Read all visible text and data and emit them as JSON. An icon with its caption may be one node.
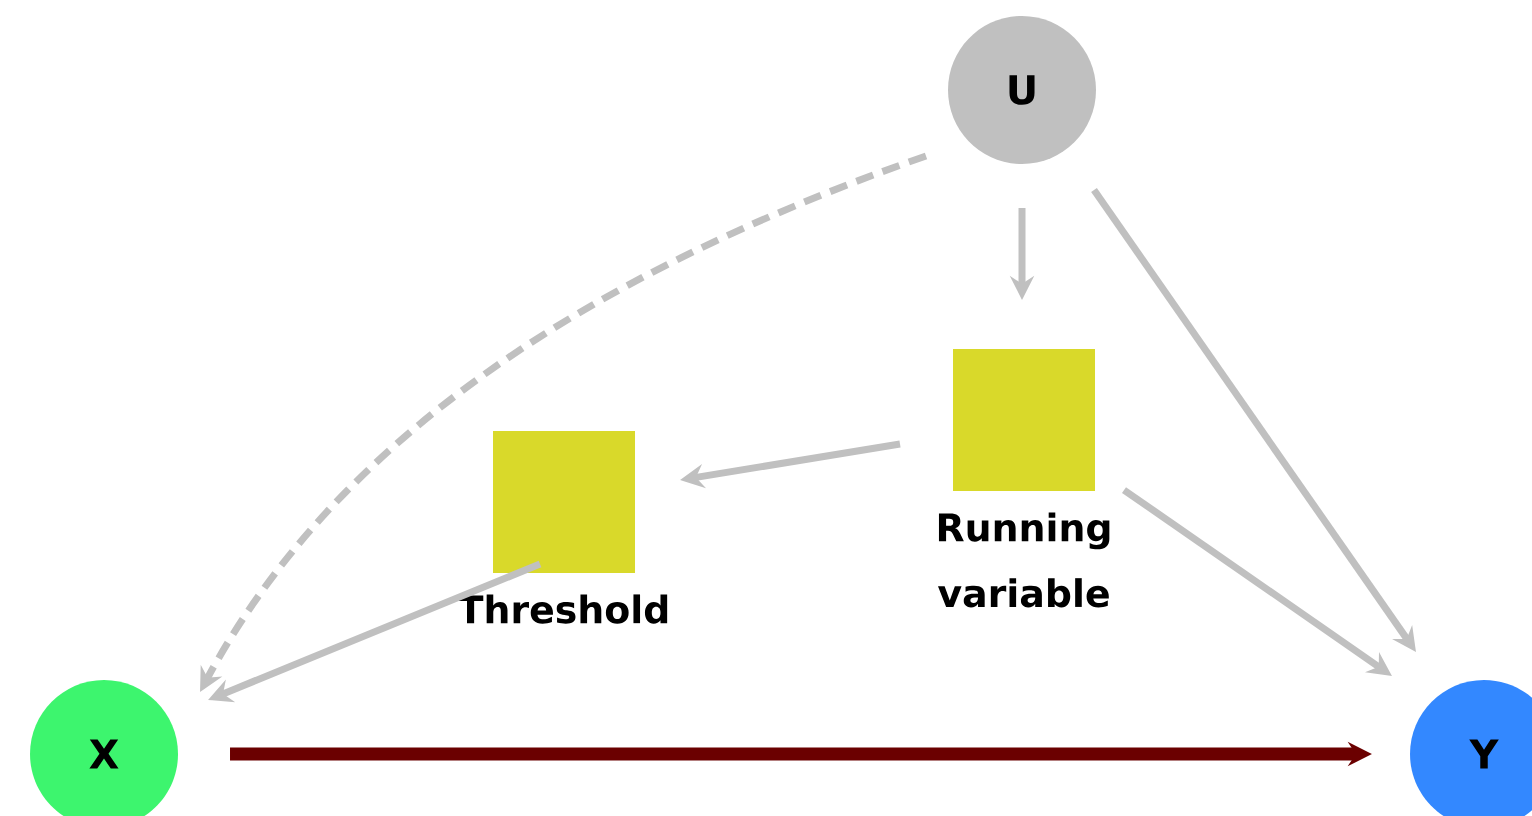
{
  "diagram": {
    "nodes": [
      {
        "text": [
          "U"
        ]
      },
      {
        "text": [
          "Running variable"
        ]
      },
      {
        "text": [
          "Threshold"
        ]
      },
      {
        "text": [
          "X"
        ]
      },
      {
        "text": [
          "Y"
        ]
      }
    ],
    "edges": [
      {
        "from": 0,
        "to": 3,
        "arrow": "to",
        "style": "dashed"
      },
      {
        "from": 0,
        "to": 1,
        "arrow": "to"
      },
      {
        "from": 0,
        "to": 4,
        "arrow": "to"
      },
      {
        "from": 1,
        "to": 2,
        "arrow": "to"
      },
      {
        "from": 1,
        "to": 4,
        "arrow": "to"
      },
      {
        "from": 2,
        "to": 3,
        "arrow": "to"
      },
      {
        "from": 3,
        "to": 4,
        "arrow": "to",
        "style": "thick",
        "color": "#6b0000"
      }
    ]
  }
}
